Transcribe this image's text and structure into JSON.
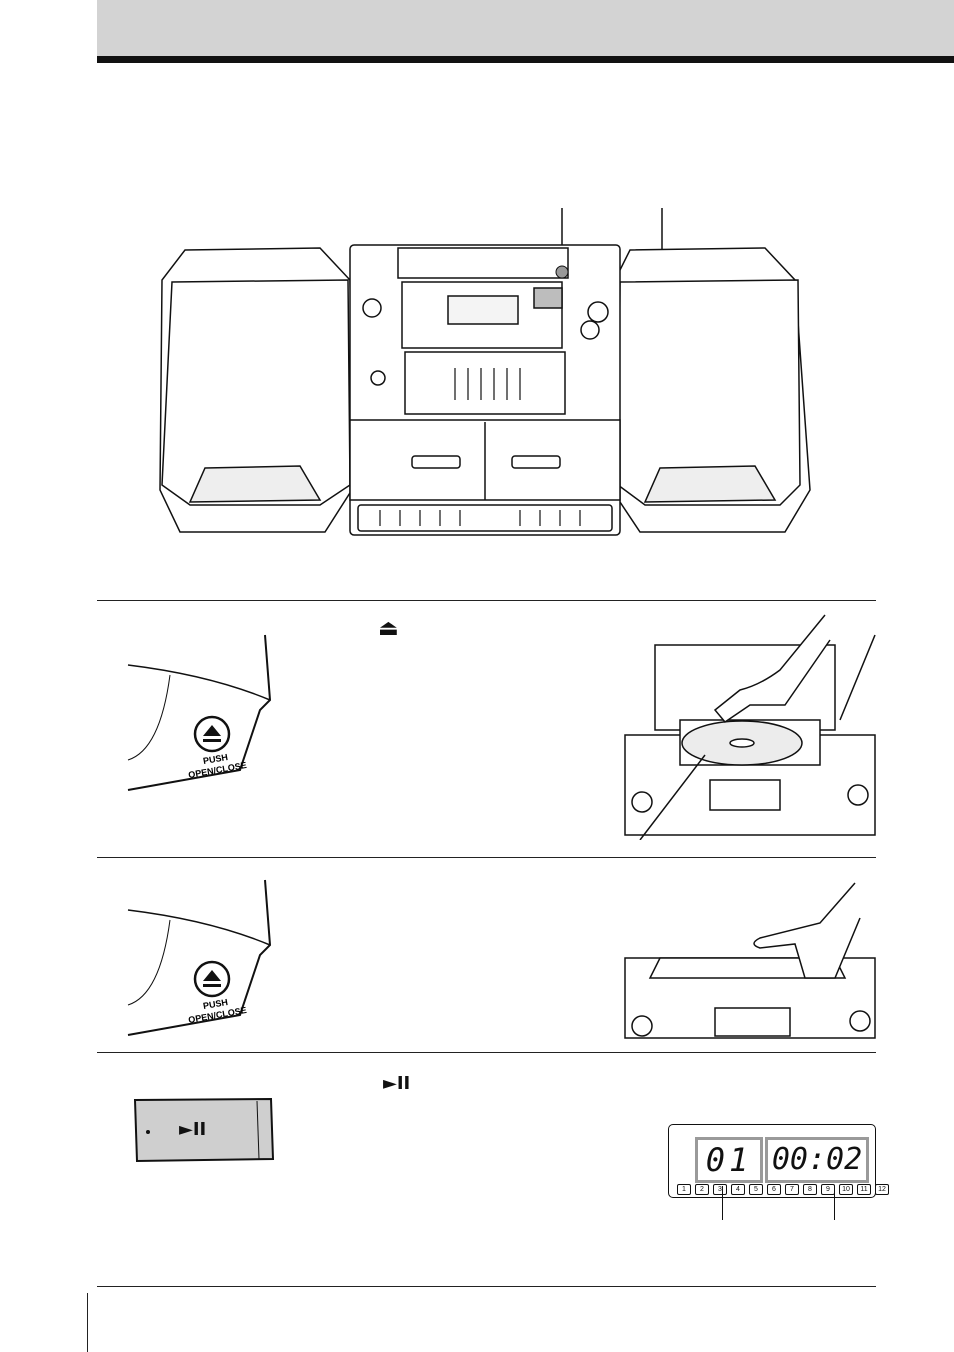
{
  "step1": {
    "eject_symbol": "⏏",
    "button_label_line1": "PUSH",
    "button_label_line2": "OPEN/CLOSE"
  },
  "step2": {
    "button_label_line1": "PUSH",
    "button_label_line2": "OPEN/CLOSE"
  },
  "step3": {
    "play_pause_symbol": "►II",
    "button_symbol": "►II"
  },
  "display": {
    "track_number": "01",
    "playing_time": "00:02",
    "track_indicators": [
      "1",
      "2",
      "3",
      "4",
      "5",
      "6",
      "7",
      "8",
      "9",
      "10",
      "11",
      "12"
    ]
  },
  "colors": {
    "header_band": "#d3d3d3",
    "button_face": "#cfcfcf",
    "display_highlight": "#9a9a9a"
  }
}
